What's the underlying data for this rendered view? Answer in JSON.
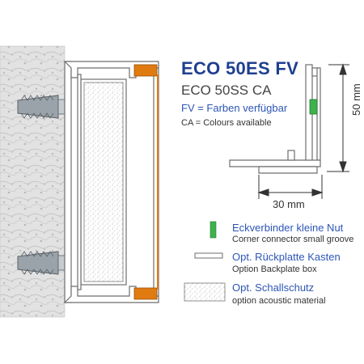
{
  "title": "ECO 50ES  FV",
  "subtitle": "ECO 50SS CA",
  "note_fv": "FV = Farben verfügbar",
  "note_ca": "CA = Colours available",
  "dimensions": {
    "height": "50 mm",
    "width": "30 mm"
  },
  "legend": [
    {
      "label_de": "Eckverbinder kleine Nut",
      "label_en": "Corner connector small groove",
      "icon": "green-connector-swatch"
    },
    {
      "label_de": "Opt. Rückplatte Kasten",
      "label_en": "Option Backplate box",
      "icon": "backplate-outline-swatch"
    },
    {
      "label_de": "Opt. Schallschutz",
      "label_en": "option acoustic material",
      "icon": "speckled-acoustic-swatch"
    }
  ],
  "colors": {
    "title_blue": "#1f3f8f",
    "label_blue": "#2d55b7",
    "accent_orange": "#e07b12",
    "connector_green": "#3db24b",
    "profile_gray": "#6e6e6e",
    "wall_gray": "#dcdcdc"
  }
}
